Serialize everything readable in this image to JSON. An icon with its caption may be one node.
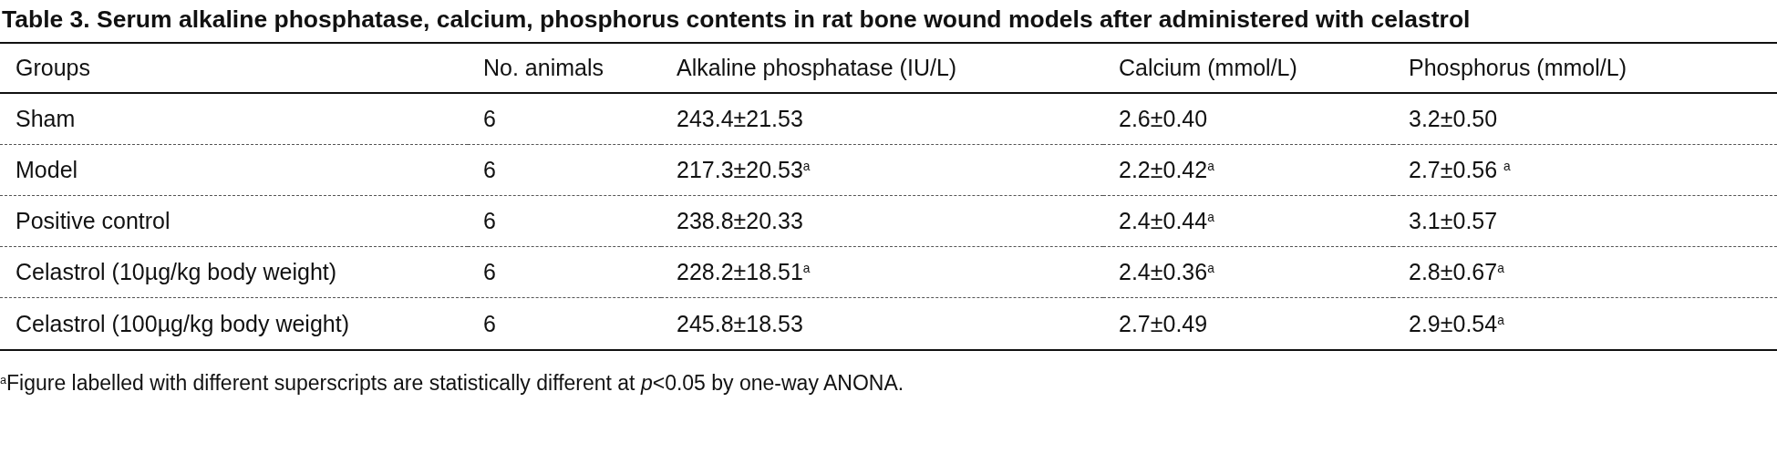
{
  "diagram": {
    "title": "Table 3. Serum alkaline phosphatase, calcium, phosphorus contents in rat bone wound models after administered with celastrol",
    "caption": "$^{a}$Figure labelled with different superscripts are statistically different at *p*<0.05 by one-way ANONA.",
    "labels": [
      "Groups",
      "No. animals",
      "Alkaline phosphatase (IU/L)",
      "Calcium (mmol/L)",
      "Phosphorus (mmol/L)",
      "Sham",
      "6",
      "243.4±21.53",
      "2.6±0.40",
      "3.2±0.50",
      "Model",
      "6",
      "217.3±20.53$^{a}$",
      "2.2±0.42$^{a}$",
      "2.7±0.56 $^{a}$",
      "Positive control",
      "6",
      "238.8±20.33",
      "2.4±0.44$^{a}$",
      "3.1±0.57",
      "Celastrol (10µg/kg body weight)",
      "6",
      "228.2±18.51$^{a}$",
      "2.4±0.36$^{a}$",
      "2.8±0.67$^{a}$",
      "Celastrol (100µg/kg body weight)",
      "6",
      "245.8±18.53",
      "2.7±0.49",
      "2.9±0.54$^{a}$"
    ]
  }
}
